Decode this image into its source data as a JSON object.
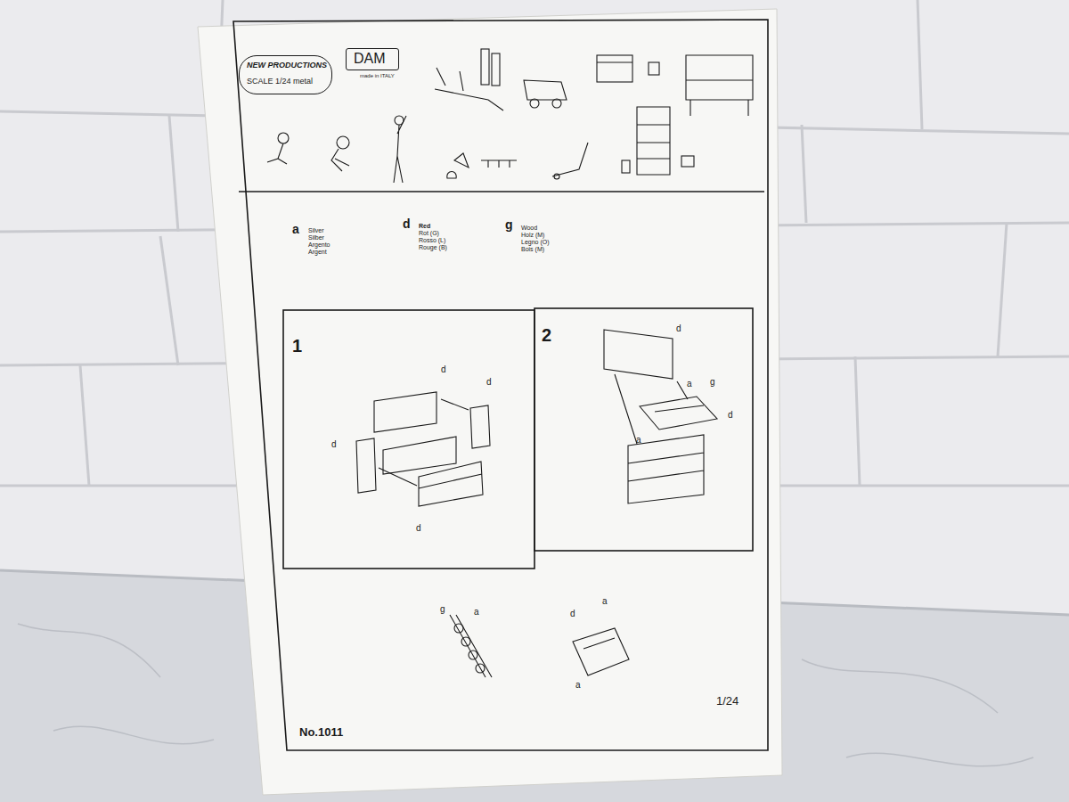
{
  "diagram": {
    "nodes": [
      {
        "text": [
          "NEW PRODUCTIONS",
          "SCALE 1/24 metal"
        ]
      },
      {
        "text": [
          "DAM"
        ]
      },
      {
        "text": [
          "1"
        ]
      },
      {
        "text": [
          "2"
        ]
      },
      {
        "text": [
          "No.1011",
          "1/24"
        ]
      }
    ],
    "labels": [
      "made in ITALY",
      "a",
      "Silver",
      "Silber",
      "Argento",
      "Argent",
      "d",
      "Red",
      "Rot (G)",
      "Rosso (L)",
      "Rouge (B)",
      "g",
      "Wood",
      "Holz (M)",
      "Legno (O)",
      "Bois (M)",
      "d",
      "d",
      "d",
      "d",
      "d",
      "a",
      "g",
      "d",
      "a",
      "g",
      "a",
      "d",
      "a",
      "a"
    ]
  }
}
